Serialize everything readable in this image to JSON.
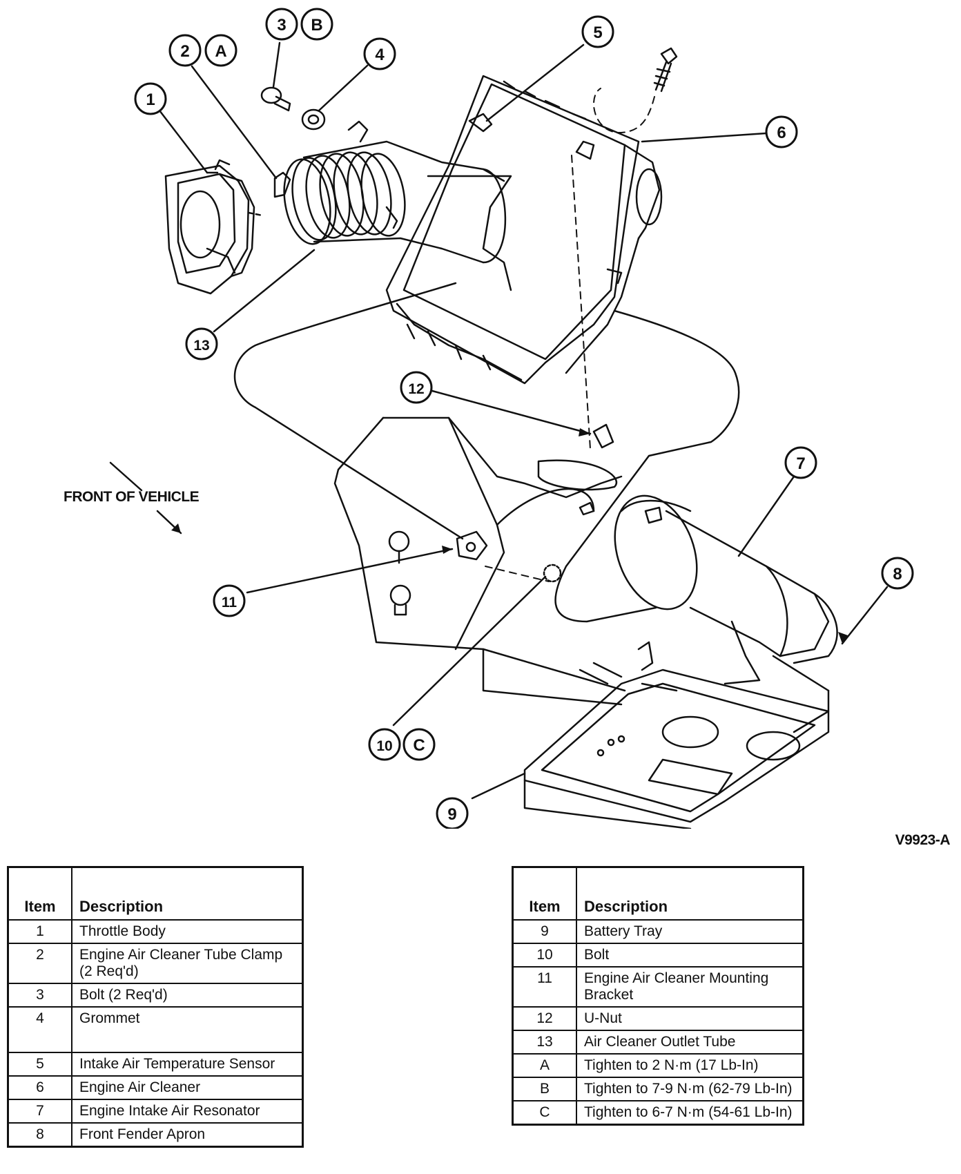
{
  "diagram": {
    "front_label": "FRONT OF VEHICLE",
    "figure_code": "V9923-A",
    "callouts": [
      {
        "id": "c1",
        "text": "1"
      },
      {
        "id": "c2",
        "text": "2"
      },
      {
        "id": "cA",
        "text": "A"
      },
      {
        "id": "c3",
        "text": "3"
      },
      {
        "id": "cB",
        "text": "B"
      },
      {
        "id": "c4",
        "text": "4"
      },
      {
        "id": "c5",
        "text": "5"
      },
      {
        "id": "c6",
        "text": "6"
      },
      {
        "id": "c7",
        "text": "7"
      },
      {
        "id": "c8",
        "text": "8"
      },
      {
        "id": "c9",
        "text": "9"
      },
      {
        "id": "c10",
        "text": "10"
      },
      {
        "id": "cC",
        "text": "C"
      },
      {
        "id": "c11",
        "text": "11"
      },
      {
        "id": "c12",
        "text": "12"
      },
      {
        "id": "c13",
        "text": "13"
      }
    ]
  },
  "tables": {
    "header_item": "Item",
    "header_description": "Description",
    "left": [
      {
        "item": "1",
        "description": "Throttle Body"
      },
      {
        "item": "2",
        "description": "Engine Air Cleaner Tube Clamp (2 Req'd)"
      },
      {
        "item": "3",
        "description": "Bolt (2 Req'd)"
      },
      {
        "item": "4",
        "description": "Grommet"
      },
      {
        "item": "5",
        "description": "Intake Air Temperature Sensor"
      },
      {
        "item": "6",
        "description": "Engine Air Cleaner"
      },
      {
        "item": "7",
        "description": "Engine Intake Air Resonator"
      },
      {
        "item": "8",
        "description": "Front Fender Apron"
      }
    ],
    "right": [
      {
        "item": "9",
        "description": "Battery Tray"
      },
      {
        "item": "10",
        "description": "Bolt"
      },
      {
        "item": "11",
        "description": "Engine Air Cleaner Mounting Bracket"
      },
      {
        "item": "12",
        "description": "U-Nut"
      },
      {
        "item": "13",
        "description": "Air Cleaner Outlet Tube"
      },
      {
        "item": "A",
        "description": "Tighten to 2 N·m (17 Lb-In)"
      },
      {
        "item": "B",
        "description": "Tighten to 7-9 N·m (62-79 Lb-In)"
      },
      {
        "item": "C",
        "description": "Tighten to 6-7 N·m (54-61 Lb-In)"
      }
    ]
  }
}
